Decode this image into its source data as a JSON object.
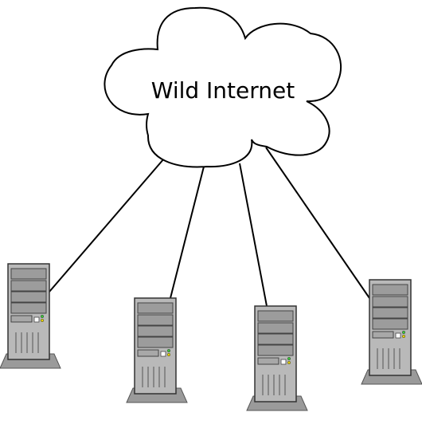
{
  "cloud": {
    "label": "Wild Internet"
  },
  "servers": [
    {
      "id": "server-1"
    },
    {
      "id": "server-2"
    },
    {
      "id": "server-3"
    },
    {
      "id": "server-4"
    }
  ],
  "colors": {
    "line": "#000000",
    "cloud_fill": "#ffffff",
    "server_body": "#b9b9b9",
    "server_base": "#9a9a9a",
    "led_green": "#3cc83c",
    "led_yellow": "#e6d200"
  }
}
